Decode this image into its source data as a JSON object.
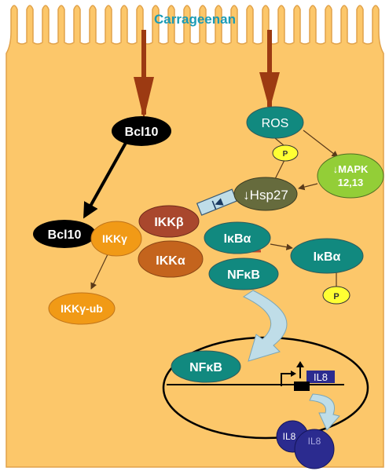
{
  "colors": {
    "cell": "#fcc76a",
    "cell_stroke": "#e1a24a",
    "arrow_brown": "#9c3a12",
    "teal": "#11897f",
    "black": "#000000",
    "olive": "#666b3d",
    "green": "#93ce37",
    "maroon": "#a9472d",
    "orange": "#f19a16",
    "rust": "#c4641d",
    "yellow": "#ffff33",
    "navy": "#2b2b8f",
    "light_blue": "#bfdde8",
    "title": "#1a9bb6"
  },
  "labels": {
    "stimulus": "Carrageenan",
    "bcl10_top": "Bcl10",
    "bcl10_bottom": "Bcl10",
    "ros": "ROS",
    "p_top": "P",
    "mapk_line1": "↓MAPK",
    "mapk_line2": "12,13",
    "hsp27": "↓Hsp27",
    "ikkb": "IKKβ",
    "ikkg": "IKKγ",
    "ikka": "IKKα",
    "ikba": "IκBα",
    "ikba_free": "IκBα",
    "p_bottom": "P",
    "nfkb": "NFκB",
    "ikkg_ub": "IKKγ-ub",
    "nfkb_nucleus": "NFκB",
    "il8_gene": "IL8",
    "il8_protein_1": "IL8",
    "il8_protein_2": "IL8",
    "inhibit_symbol": "|◀"
  }
}
